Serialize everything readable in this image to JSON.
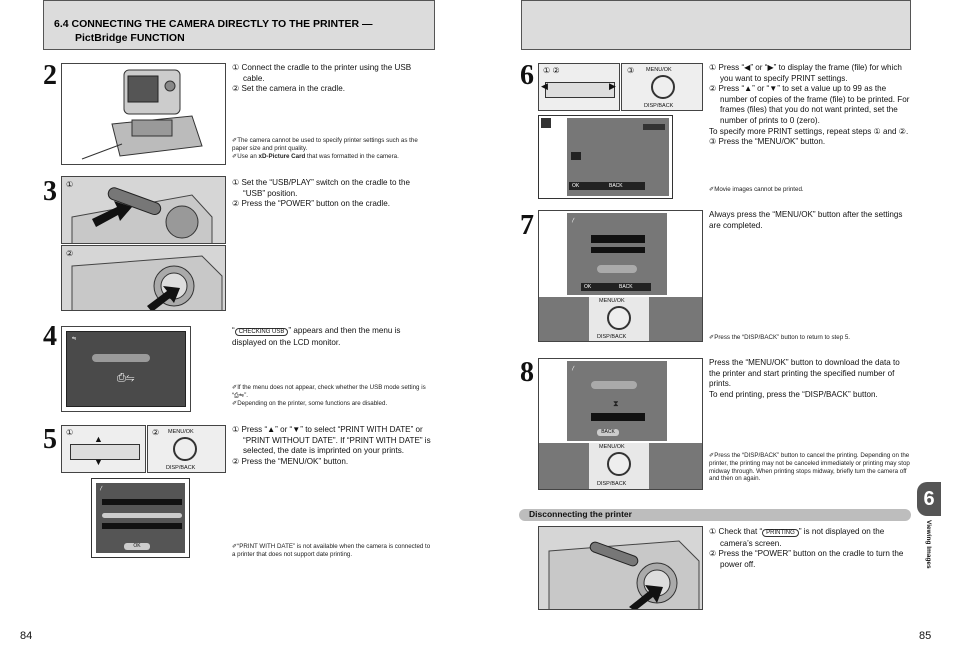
{
  "left_page": {
    "section_title_line1": "6.4 CONNECTING THE CAMERA DIRECTLY TO THE PRINTER —",
    "section_title_line2": "PictBridge FUNCTION",
    "page_number": "84",
    "step2": {
      "num": "2",
      "text1": "① Connect the cradle to the printer using the USB cable.",
      "text2": "② Set the camera in the cradle.",
      "note1": "The camera cannot be used to specify printer settings such as the paper size and print quality.",
      "note2_prefix": "Use an ",
      "note2_bold": "xD-Picture Card",
      "note2_suffix": " that was formatted in the camera."
    },
    "step3": {
      "num": "3",
      "text1": "① Set the “USB/PLAY” switch on the cradle to the “USB” position.",
      "text2": "② Press the “POWER” button on the cradle.",
      "fig_label1": "①",
      "fig_label2": "②"
    },
    "step4": {
      "num": "4",
      "text_prefix": "“",
      "badge": "CHECKING USB",
      "text_suffix": "” appears and then the menu is displayed on the LCD monitor.",
      "note1": "If the menu does not appear, check whether the USB mode setting is “⎙⇋”.",
      "note2": "Depending on the printer, some functions are disabled."
    },
    "step5": {
      "num": "5",
      "text1": "① Press “▲” or “▼” to select “PRINT WITH DATE” or “PRINT WITHOUT DATE”. If “PRINT WITH DATE” is selected, the date is imprinted on your prints.",
      "text2": "② Press the “MENU/OK” button.",
      "note1": "“PRINT WITH DATE” is not available when the camera is connected to a printer that does not support date printing.",
      "fig_label1": "①",
      "fig_label2": "②",
      "menu_ok": "MENU/OK",
      "disp_back": "DISP/BACK",
      "ok_label": "OK"
    }
  },
  "right_page": {
    "page_number": "85",
    "tab_number": "6",
    "side_text": "Viewing Images",
    "step6": {
      "num": "6",
      "text1": "① Press “◀” or “▶” to display the frame (file) for which you want to specify PRINT settings.",
      "text2": "② Press “▲” or “▼” to set a value up to 99 as the number of copies of the frame (file) to be printed. For frames (files) that you do not want printed, set the number of prints to 0 (zero).",
      "text3": "To specify more PRINT settings, repeat steps ① and ②.",
      "text4": "③ Press the “MENU/OK” button.",
      "note1": "Movie images cannot be printed.",
      "fig_label12": "① ②",
      "fig_label3": "③",
      "menu_ok": "MENU/OK",
      "disp_back": "DISP/BACK",
      "ok_label": "OK",
      "back_label": "BACK"
    },
    "step7": {
      "num": "7",
      "text1": "Always press the “MENU/OK” button after the settings are completed.",
      "note1": "Press the “DISP/BACK” button to return to step 5.",
      "menu_ok": "MENU/OK",
      "disp_back": "DISP/BACK",
      "ok_label": "OK",
      "back_label": "BACK"
    },
    "step8": {
      "num": "8",
      "text1": "Press the “MENU/OK” button to download the data to the printer and start printing the specified number of prints.",
      "text2": "To end printing, press the “DISP/BACK” button.",
      "note1": "Press the “DISP/BACK” button to cancel the printing. Depending on the printer, the printing may not be canceled immediately or printing may stop midway through. When printing stops midway, briefly turn the camera off and then on again.",
      "menu_ok": "MENU/OK",
      "disp_back": "DISP/BACK",
      "back_label": "BACK"
    },
    "disconnect": {
      "title": "Disconnecting the printer",
      "text1_prefix": "① Check that “",
      "badge": "PRINTING",
      "text1_suffix": "” is not displayed on the camera’s screen.",
      "text2": "② Press the “POWER” button on the cradle to turn the power off."
    }
  }
}
